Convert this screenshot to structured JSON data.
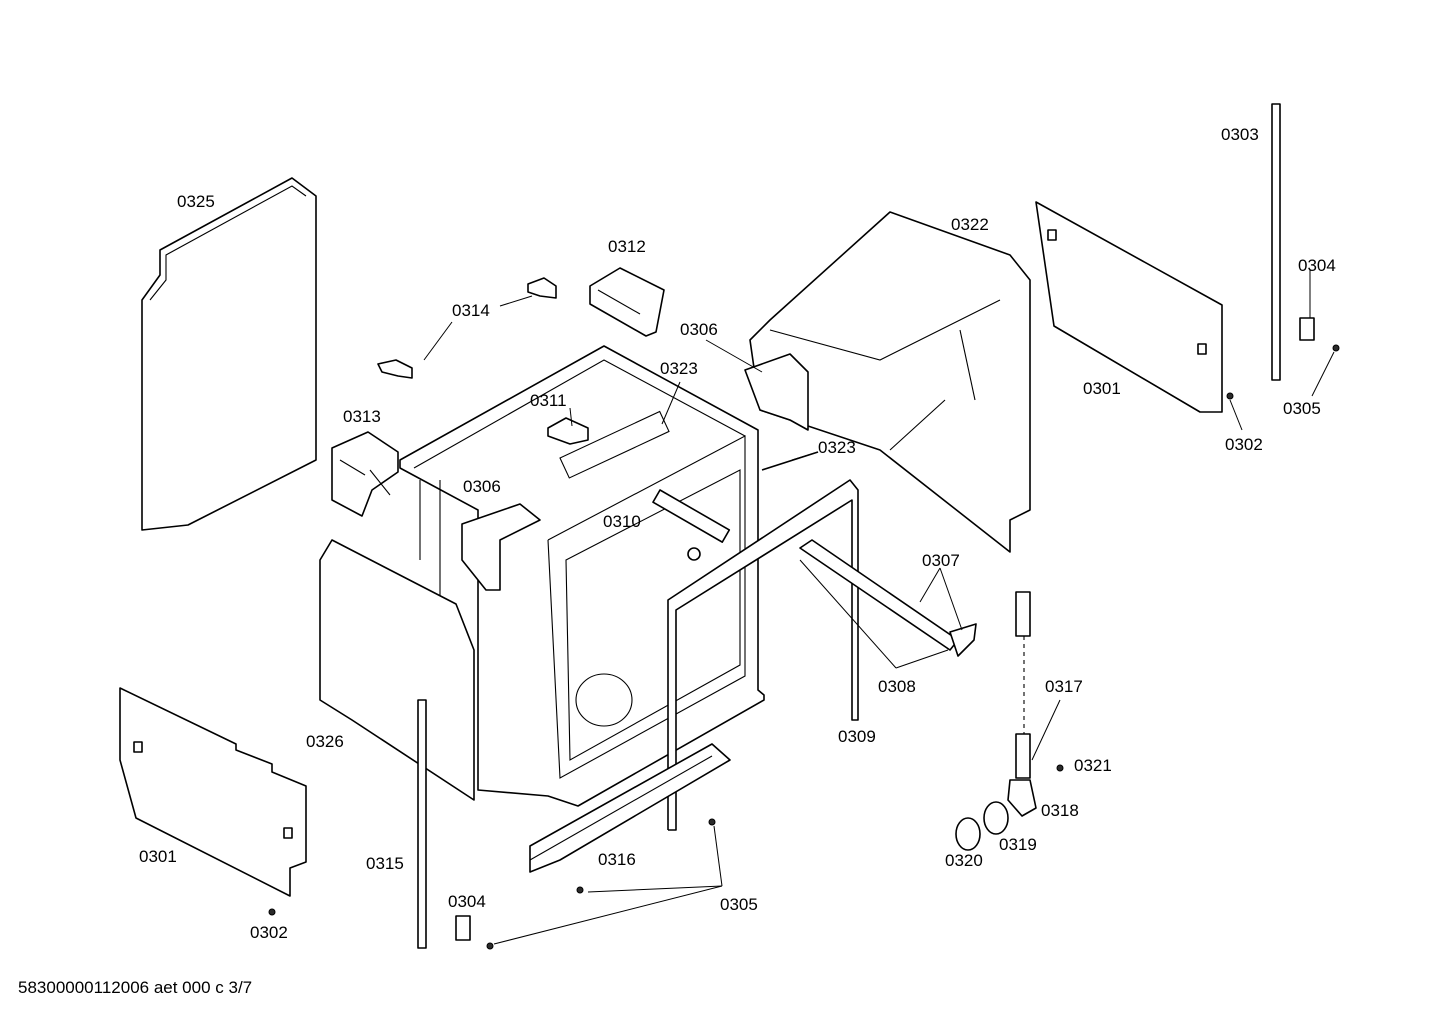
{
  "diagram": {
    "footer_code": "58300000112006 aet 000 c 3/7",
    "callouts": {
      "c0325": "0325",
      "c0312": "0312",
      "c0314": "0314",
      "c0313": "0313",
      "c0311": "0311",
      "c0323a": "0323",
      "c0323b": "0323",
      "c0306a": "0306",
      "c0306b": "0306",
      "c0310": "0310",
      "c0322": "0322",
      "c0303": "0303",
      "c0304a": "0304",
      "c0301a": "0301",
      "c0305a": "0305",
      "c0302a": "0302",
      "c0307": "0307",
      "c0308": "0308",
      "c0309": "0309",
      "c0317": "0317",
      "c0321": "0321",
      "c0318": "0318",
      "c0319": "0319",
      "c0320": "0320",
      "c0326": "0326",
      "c0315": "0315",
      "c0316": "0316",
      "c0304b": "0304",
      "c0305b": "0305",
      "c0301b": "0301",
      "c0302b": "0302"
    }
  }
}
